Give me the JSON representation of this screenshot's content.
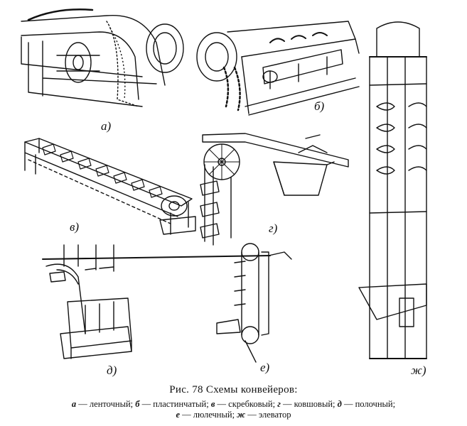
{
  "figure": {
    "panels": [
      {
        "id": "a",
        "label": "а)"
      },
      {
        "id": "b",
        "label": "б)"
      },
      {
        "id": "v",
        "label": "в)"
      },
      {
        "id": "g",
        "label": "г)"
      },
      {
        "id": "d",
        "label": "д)"
      },
      {
        "id": "e",
        "label": "е)"
      },
      {
        "id": "zh",
        "label": "ж)"
      }
    ]
  },
  "caption": {
    "title": "Рис. 78  Схемы конвейеров:",
    "legend_line1": [
      {
        "letter": "а",
        "text": " — ленточный;  "
      },
      {
        "letter": "б",
        "text": " — пластинчатый;  "
      },
      {
        "letter": "в",
        "text": " — скребковый;  "
      },
      {
        "letter": "г",
        "text": " — ковшовый;  "
      },
      {
        "letter": "д",
        "text": " — полочный;"
      }
    ],
    "legend_line2": [
      {
        "letter": "е",
        "text": " — люлечный;  "
      },
      {
        "letter": "ж",
        "text": " — элеватор"
      }
    ]
  }
}
